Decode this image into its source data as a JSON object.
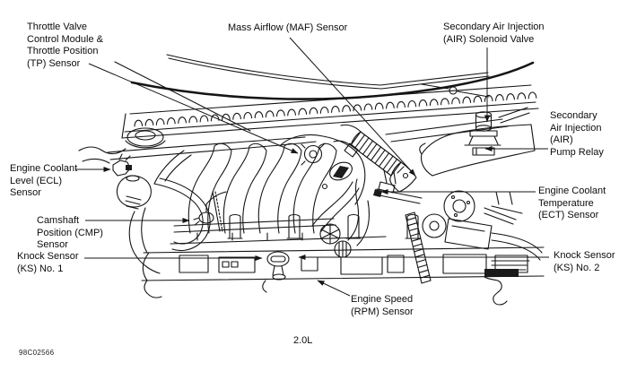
{
  "figure": {
    "id_code": "98C02566",
    "engine_label": "2.0L",
    "line_color": "#151515",
    "background_color": "#ffffff"
  },
  "callouts": [
    {
      "name": "throttle-valve-tp-sensor",
      "text": "Throttle Valve\nControl Module &\nThrottle Position\n(TP) Sensor"
    },
    {
      "name": "maf-sensor",
      "text": "Mass Airflow (MAF) Sensor"
    },
    {
      "name": "air-solenoid-valve",
      "text": "Secondary Air Injection\n(AIR) Solenoid Valve"
    },
    {
      "name": "air-pump-relay",
      "text": "Secondary\nAir Injection\n(AIR)\nPump Relay"
    },
    {
      "name": "ecl-sensor",
      "text": "Engine Coolant\nLevel (ECL)\nSensor"
    },
    {
      "name": "ect-sensor",
      "text": "Engine Coolant\nTemperature\n(ECT) Sensor"
    },
    {
      "name": "cmp-sensor",
      "text": "Camshaft\nPosition (CMP)\nSensor"
    },
    {
      "name": "knock-sensor-1",
      "text": "Knock Sensor\n(KS) No. 1"
    },
    {
      "name": "knock-sensor-2",
      "text": "Knock Sensor\n(KS) No. 2"
    },
    {
      "name": "rpm-sensor",
      "text": "Engine Speed\n(RPM) Sensor"
    }
  ]
}
